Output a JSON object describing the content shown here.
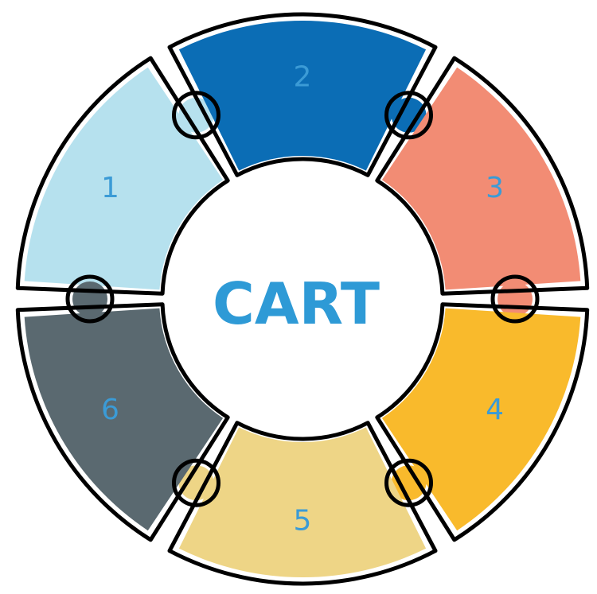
{
  "title": "CART",
  "colors": {
    "title": "#2E9AD6",
    "numbers": "#3B9BD6",
    "outline": "#000000"
  },
  "segments": [
    {
      "label": "1",
      "fill": "#B6E1EE"
    },
    {
      "label": "2",
      "fill": "#0B6DB5"
    },
    {
      "label": "3",
      "fill": "#F28C74"
    },
    {
      "label": "4",
      "fill": "#F9BA2C"
    },
    {
      "label": "5",
      "fill": "#EED586"
    },
    {
      "label": "6",
      "fill": "#5A6970"
    }
  ]
}
